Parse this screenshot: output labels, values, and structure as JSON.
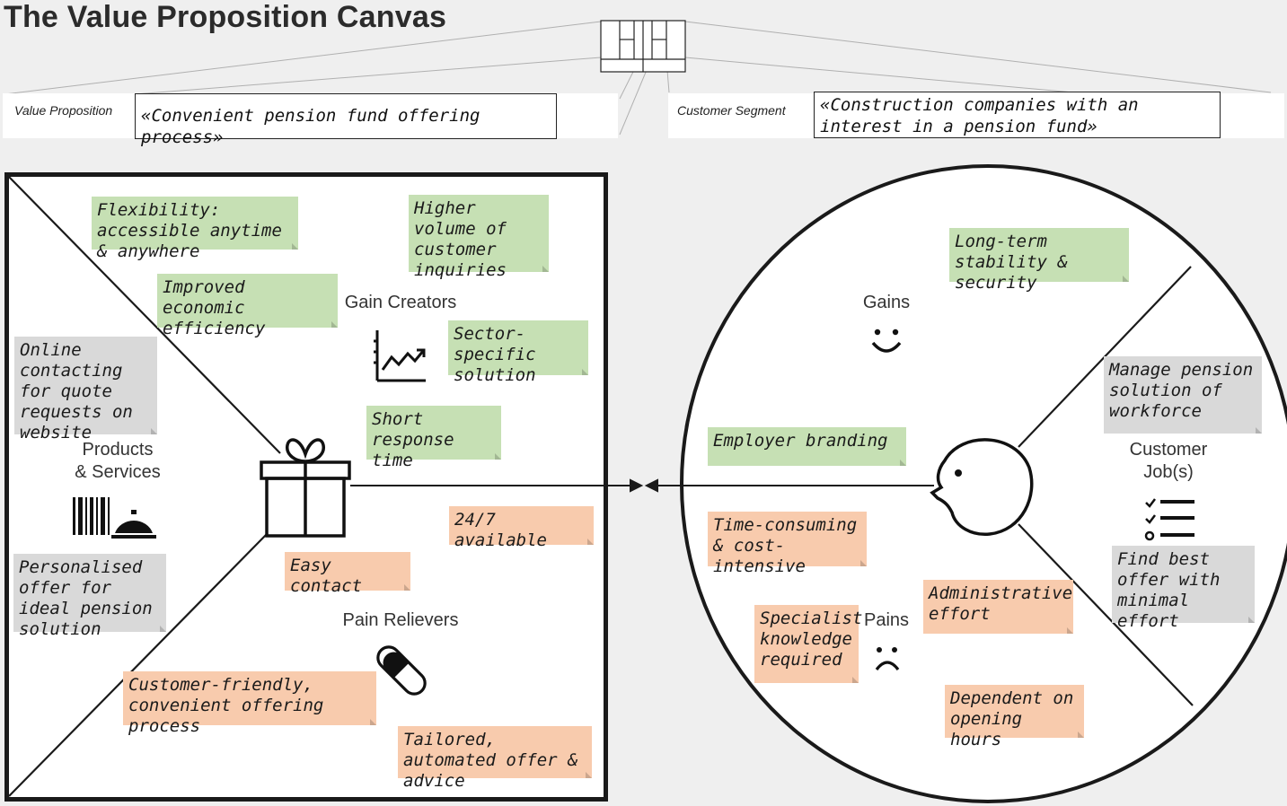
{
  "title": "The Value Proposition Canvas",
  "header": {
    "value_proposition_label": "Value Proposition",
    "value_proposition_text": "«Convenient pension fund offering process»",
    "customer_segment_label": "Customer Segment",
    "customer_segment_text": "«Construction companies with an interest in a pension fund»"
  },
  "value_map": {
    "gain_creators_label": "Gain Creators",
    "products_services_label": "Products\n& Services",
    "pain_relievers_label": "Pain Relievers",
    "gain_creator_notes": [
      "Flexibility: accessible anytime & anywhere",
      "Higher volume of customer inquiries",
      "Improved economic efficiency",
      "Sector-specific solution",
      "Short response time"
    ],
    "product_notes": [
      "Online contacting for quote requests on website",
      "Personalised offer for ideal pension solution"
    ],
    "pain_reliever_notes": [
      "24/7 available",
      "Easy contact",
      "Customer-friendly, convenient offering process",
      "Tailored, automated offer & advice"
    ]
  },
  "customer_profile": {
    "gains_label": "Gains",
    "pains_label": "Pains",
    "jobs_label": "Customer\nJob(s)",
    "gain_notes": [
      "Long-term stability & security",
      "Employer branding"
    ],
    "pain_notes": [
      "Time-consuming & cost-intensive",
      "Specialist knowledge required",
      "Administrative effort",
      "Dependent on opening hours"
    ],
    "job_notes": [
      "Manage pension solution of workforce",
      "Find best offer with minimal effort"
    ]
  },
  "colors": {
    "gain_note": "#c6e0b4",
    "pain_note": "#f8cbad",
    "job_note": "#d9d9d9"
  }
}
